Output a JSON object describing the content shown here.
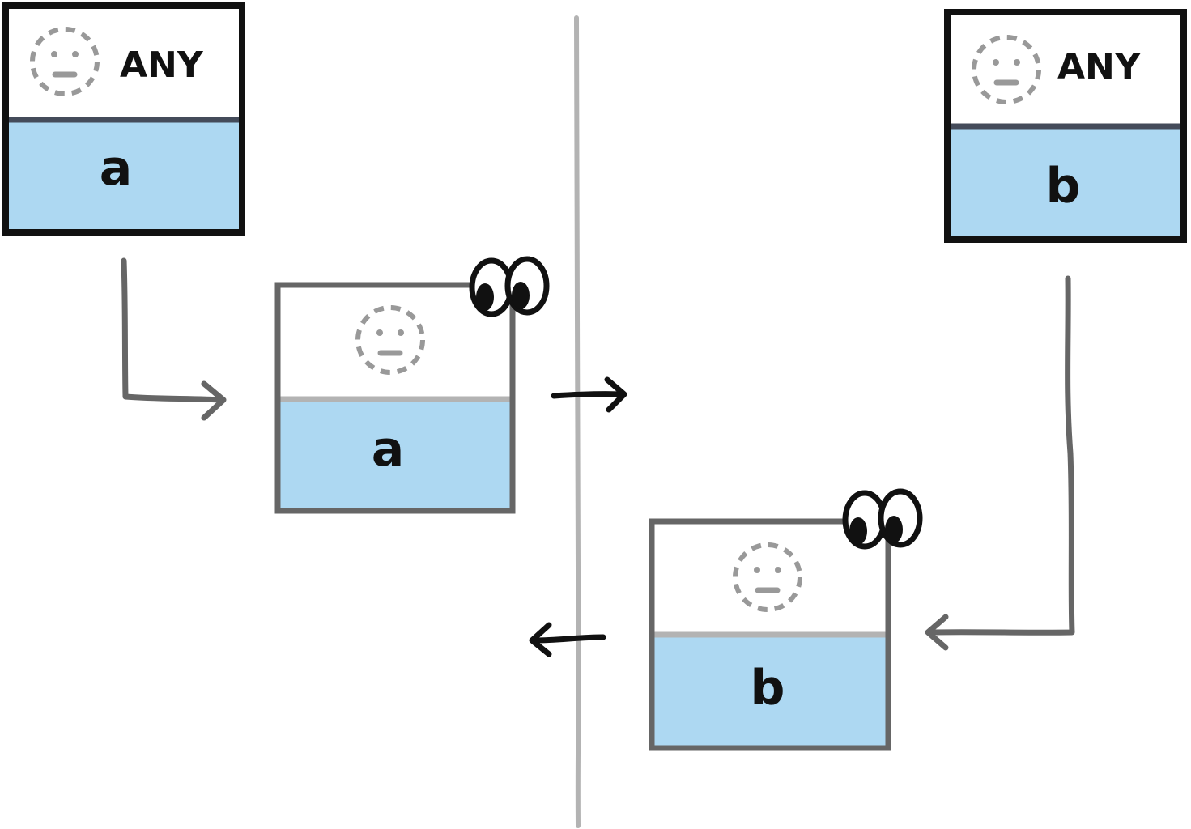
{
  "left_source": {
    "header_label": "ANY",
    "value": "a",
    "header_icon": "neutral-face-icon"
  },
  "right_source": {
    "header_label": "ANY",
    "value": "b",
    "header_icon": "neutral-face-icon"
  },
  "left_copy": {
    "value": "a",
    "header_icon": "neutral-face-icon",
    "badge_icon": "eyes-icon"
  },
  "right_copy": {
    "value": "b",
    "header_icon": "neutral-face-icon",
    "badge_icon": "eyes-icon"
  },
  "colors": {
    "value_fill": "#add8f2",
    "strong_border": "#111111",
    "soft_border": "#666666",
    "separator_line": "#b3b3b3",
    "icon_gray": "#999999",
    "ink": "#111111"
  }
}
